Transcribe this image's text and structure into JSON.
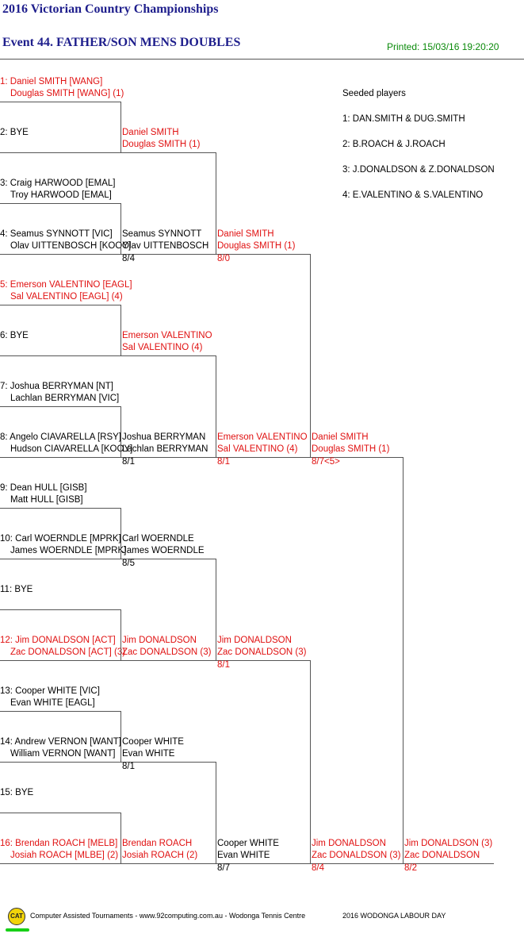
{
  "header": {
    "title": "2016 Victorian Country Championships",
    "event": "Event 44. FATHER/SON MENS DOUBLES",
    "printed": "Printed: 15/03/16 19:20:20"
  },
  "seeded": {
    "heading": "Seeded players",
    "items": [
      "1: DAN.SMITH & DUG.SMITH",
      "2: B.ROACH & J.ROACH",
      "3: J.DONALDSON & Z.DONALDSON",
      "4: E.VALENTINO & S.VALENTINO"
    ]
  },
  "draw": {
    "round1": [
      {
        "line1": "1: Daniel SMITH [WANG]",
        "line2": "Douglas SMITH [WANG] (1)",
        "seeded": true
      },
      {
        "line1": "2: BYE",
        "line2": "",
        "seeded": false
      },
      {
        "line1": "3: Craig HARWOOD [EMAL]",
        "line2": "Troy HARWOOD [EMAL]",
        "seeded": false
      },
      {
        "line1": "4: Seamus SYNNOTT [VIC]",
        "line2": "Olav UITTENBOSCH [KOOY]",
        "seeded": false
      },
      {
        "line1": "5: Emerson VALENTINO [EAGL]",
        "line2": "Sal VALENTINO [EAGL] (4)",
        "seeded": true
      },
      {
        "line1": "6: BYE",
        "line2": "",
        "seeded": false
      },
      {
        "line1": "7: Joshua BERRYMAN [NT]",
        "line2": "Lachlan BERRYMAN [VIC]",
        "seeded": false
      },
      {
        "line1": "8: Angelo CIAVARELLA [RSY]",
        "line2": "Hudson CIAVARELLA [KOOY]",
        "seeded": false
      },
      {
        "line1": "9: Dean HULL [GISB]",
        "line2": "Matt HULL [GISB]",
        "seeded": false
      },
      {
        "line1": "10: Carl WOERNDLE [MPRK]",
        "line2": "James WOERNDLE [MPRK]",
        "seeded": false
      },
      {
        "line1": "11: BYE",
        "line2": "",
        "seeded": false
      },
      {
        "line1": "12: Jim DONALDSON [ACT]",
        "line2": "Zac DONALDSON [ACT] (3)",
        "seeded": true
      },
      {
        "line1": "13: Cooper WHITE [VIC]",
        "line2": "Evan WHITE [EAGL]",
        "seeded": false
      },
      {
        "line1": "14: Andrew VERNON [WANT]",
        "line2": "William VERNON [WANT]",
        "seeded": false
      },
      {
        "line1": "15: BYE",
        "line2": "",
        "seeded": false
      },
      {
        "line1": "16: Brendan ROACH [MELB]",
        "line2": "Josiah ROACH [MLBE] (2)",
        "seeded": true
      }
    ],
    "round2": [
      {
        "line1": "Daniel SMITH",
        "line2": "Douglas SMITH (1)",
        "score": "",
        "seeded": true
      },
      {
        "line1": "Seamus SYNNOTT",
        "line2": "Olav UITTENBOSCH",
        "score": "8/4",
        "seeded": false
      },
      {
        "line1": "Emerson VALENTINO",
        "line2": "Sal VALENTINO (4)",
        "score": "",
        "seeded": true
      },
      {
        "line1": "Joshua BERRYMAN",
        "line2": "Lachlan BERRYMAN",
        "score": "8/1",
        "seeded": false
      },
      {
        "line1": "Carl WOERNDLE",
        "line2": "James WOERNDLE",
        "score": "8/5",
        "seeded": false
      },
      {
        "line1": "Jim DONALDSON",
        "line2": "Zac DONALDSON (3)",
        "score": "",
        "seeded": true
      },
      {
        "line1": "Cooper WHITE",
        "line2": "Evan WHITE",
        "score": "8/1",
        "seeded": false
      },
      {
        "line1": "Brendan ROACH",
        "line2": "Josiah ROACH (2)",
        "score": "",
        "seeded": true
      }
    ],
    "quarterfinals": [
      {
        "line1": "Daniel SMITH",
        "line2": "Douglas SMITH (1)",
        "score": "8/0",
        "seeded": true
      },
      {
        "line1": "Emerson VALENTINO",
        "line2": "Sal VALENTINO (4)",
        "score": "8/1",
        "seeded": true
      },
      {
        "line1": "Jim DONALDSON",
        "line2": "Zac DONALDSON (3)",
        "score": "8/1",
        "seeded": true
      },
      {
        "line1": "Cooper WHITE",
        "line2": "Evan WHITE",
        "score": "8/7",
        "seeded": false
      }
    ],
    "semifinals": [
      {
        "line1": "Daniel SMITH",
        "line2": "Douglas SMITH (1)",
        "score": "8/7<5>",
        "seeded": true
      },
      {
        "line1": "Jim DONALDSON",
        "line2": "Zac DONALDSON (3)",
        "score": "8/4",
        "seeded": true
      }
    ],
    "final": [
      {
        "line1": "Jim DONALDSON (3)",
        "line2": "Zac DONALDSON",
        "score": "8/2",
        "seeded": true
      }
    ]
  },
  "footer": {
    "logo_text": "CAT",
    "text": "Computer Assisted Tournaments - www.92computing.com.au -  Wodonga Tennis Centre",
    "right_text": "2016 WODONGA LABOUR DAY"
  },
  "colors": {
    "seeded": "#e01010",
    "title": "#1e1e8c",
    "printed": "#0a8a0a"
  }
}
